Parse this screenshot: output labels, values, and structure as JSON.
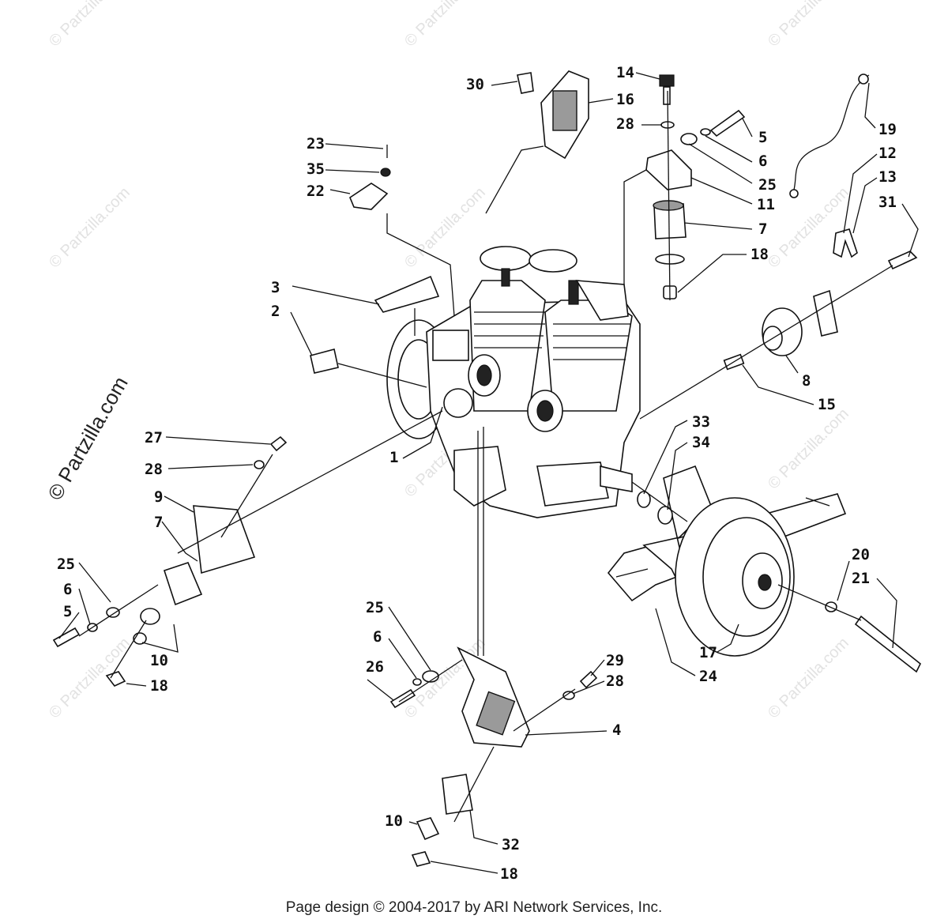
{
  "watermark": "© Partzilla.com",
  "callouts": [
    "1",
    "2",
    "3",
    "4",
    "5",
    "5",
    "6",
    "6",
    "6",
    "7",
    "7",
    "8",
    "9",
    "10",
    "10",
    "11",
    "12",
    "13",
    "14",
    "15",
    "16",
    "17",
    "18",
    "18",
    "18",
    "19",
    "20",
    "21",
    "22",
    "23",
    "24",
    "25",
    "25",
    "25",
    "26",
    "27",
    "28",
    "28",
    "28",
    "29",
    "30",
    "31",
    "32",
    "33",
    "34",
    "35"
  ],
  "footer": "Page design © 2004-2017 by ARI Network Services, Inc."
}
